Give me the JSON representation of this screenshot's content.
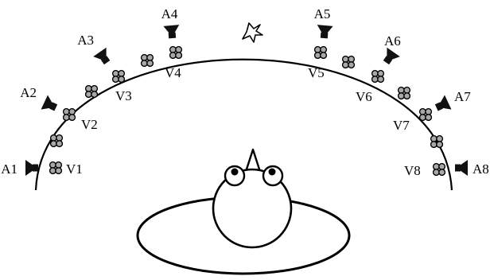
{
  "speakers": [
    {
      "id": "A1",
      "label": "A1"
    },
    {
      "id": "A2",
      "label": "A2"
    },
    {
      "id": "A3",
      "label": "A3"
    },
    {
      "id": "A4",
      "label": "A4"
    },
    {
      "id": "A5",
      "label": "A5"
    },
    {
      "id": "A6",
      "label": "A6"
    },
    {
      "id": "A7",
      "label": "A7"
    },
    {
      "id": "A8",
      "label": "A8"
    }
  ],
  "visual_stimuli": [
    {
      "id": "V1",
      "label": "V1"
    },
    {
      "id": "V2",
      "label": "V2"
    },
    {
      "id": "V3",
      "label": "V3"
    },
    {
      "id": "V4",
      "label": "V4"
    },
    {
      "id": "V5",
      "label": "V5"
    },
    {
      "id": "V6",
      "label": "V6"
    },
    {
      "id": "V7",
      "label": "V7"
    },
    {
      "id": "V8",
      "label": "V8"
    }
  ],
  "colors": {
    "line": "#000000",
    "speaker": "#111111",
    "led_fill": "#a8a8a8",
    "background": "#ffffff"
  },
  "icons": {
    "speaker": "speaker-icon",
    "led_cluster": "led-cluster-icon",
    "fixation": "star-icon"
  }
}
